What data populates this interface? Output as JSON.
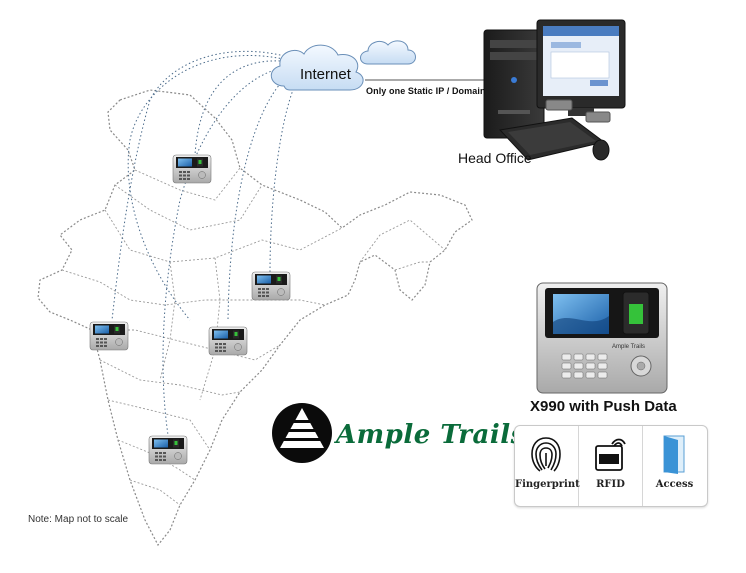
{
  "network": {
    "cloud_label": "Internet",
    "link_label": "Only one Static IP / Domain",
    "head_office_label": "Head Office"
  },
  "product": {
    "title": "X990 with Push Data",
    "device_brand": "Ample Trails",
    "features": [
      {
        "label": "Fingerprint",
        "icon": "fingerprint-icon"
      },
      {
        "label": "RFID",
        "icon": "rfid-icon"
      },
      {
        "label": "Access",
        "icon": "door-icon"
      }
    ]
  },
  "brand": {
    "name": "Ample Trails",
    "color": "#0a6b3a"
  },
  "note": "Note: Map not to scale",
  "colors": {
    "map_outline": "#8a8a8a",
    "link_lines": "#4a6a8a",
    "cloud": "#dbe9f8",
    "screen": "#2f7fd0"
  }
}
